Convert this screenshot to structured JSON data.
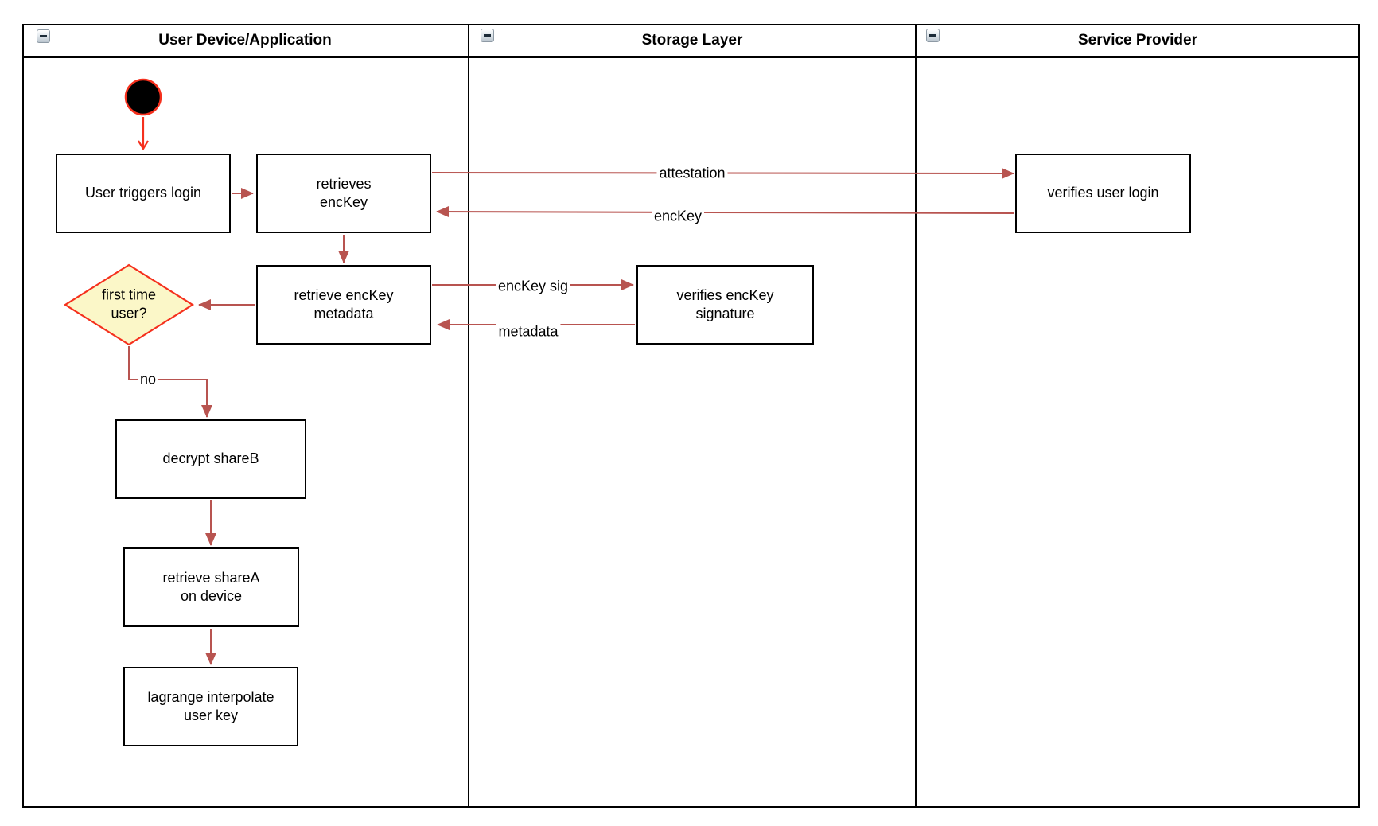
{
  "diagram": {
    "lanes": [
      {
        "title": "User Device/Application",
        "collapse_icon": "minus-icon"
      },
      {
        "title": "Storage Layer",
        "collapse_icon": "minus-icon"
      },
      {
        "title": "Service Provider",
        "collapse_icon": "minus-icon"
      }
    ],
    "nodes": {
      "start": {
        "type": "initial-node"
      },
      "user_triggers_login": {
        "label": "User triggers login"
      },
      "retrieves_enckey": {
        "label": "retrieves\nencKey"
      },
      "retrieve_enckey_metadata": {
        "label": "retrieve encKey\nmetadata"
      },
      "first_time_user": {
        "label": "first time\nuser?",
        "shape": "decision-diamond"
      },
      "decrypt_shareb": {
        "label": "decrypt shareB"
      },
      "retrieve_sharea": {
        "label": "retrieve shareA\non device"
      },
      "lagrange_interpolate": {
        "label": "lagrange interpolate\nuser key"
      },
      "verifies_enckey_signature": {
        "label": "verifies encKey\nsignature"
      },
      "verifies_user_login": {
        "label": "verifies user login"
      }
    },
    "edge_labels": {
      "attestation": "attestation",
      "enckey": "encKey",
      "enckey_sig": "encKey sig",
      "metadata": "metadata",
      "no": "no"
    },
    "colors": {
      "edge_brown": "#B85450",
      "accent_red": "#F5301D",
      "decision_fill": "#FBF7C8",
      "node_border": "#000000",
      "lane_border": "#000000"
    }
  }
}
